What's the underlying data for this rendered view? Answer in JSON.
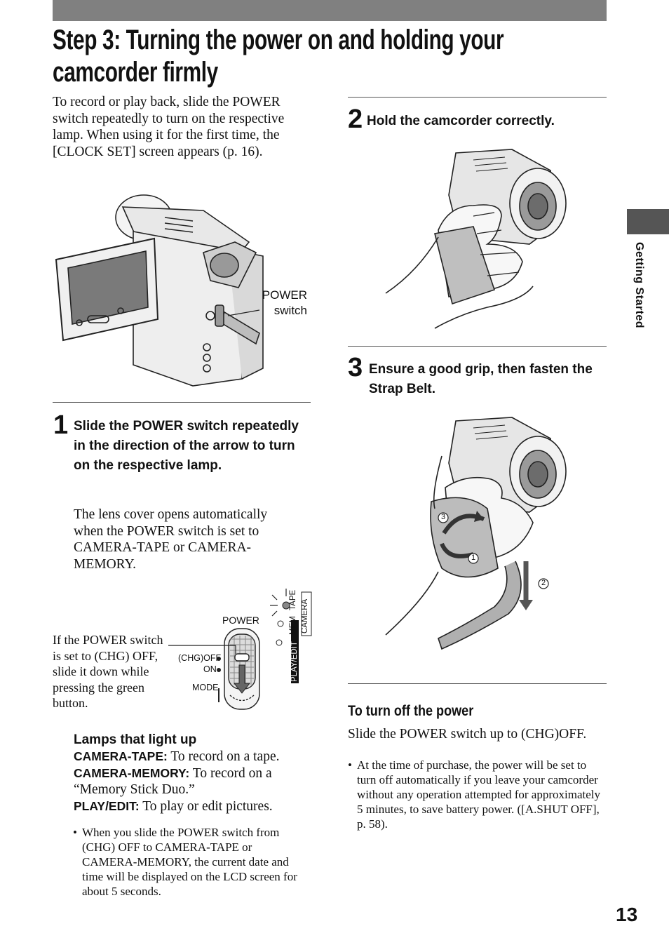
{
  "title": "Step 3: Turning the power on and holding your camcorder firmly",
  "intro": "To record or play back, slide the POWER switch repeatedly to turn on the respective lamp. When using it for the first time, the [CLOCK SET] screen appears (p. 16).",
  "figure1": {
    "callout": [
      "POWER",
      "switch"
    ]
  },
  "step1": {
    "number": "1",
    "heading": "Slide the POWER switch repeatedly in the direction of the arrow to turn on the respective lamp.",
    "body": "The lens cover opens automatically when the POWER switch is set to CAMERA-TAPE or CAMERA-MEMORY."
  },
  "switch_note": "If the POWER switch is set to (CHG) OFF, slide it down while pressing the green button.",
  "switch_figure": {
    "power": "POWER",
    "chg_off": "(CHG)OFF",
    "on": "ON",
    "mode": "MODE",
    "tape": "TAPE",
    "mem": "MEM",
    "camera": "CAMERA",
    "play_edit": "PLAY/EDIT"
  },
  "lamps": {
    "heading": "Lamps that light up",
    "items": [
      {
        "term": "CAMERA-TAPE:",
        "desc": " To record on a tape."
      },
      {
        "term": "CAMERA-MEMORY:",
        "desc": " To record on a “Memory Stick Duo.”"
      },
      {
        "term": "PLAY/EDIT:",
        "desc": " To play or edit pictures."
      }
    ],
    "bullet": "When you slide the POWER switch from (CHG) OFF to CAMERA-TAPE or CAMERA-MEMORY, the current date and time will be displayed on the LCD screen for about 5 seconds."
  },
  "step2": {
    "number": "2",
    "heading": "Hold the camcorder correctly."
  },
  "step3": {
    "number": "3",
    "heading": "Ensure a good grip, then fasten the Strap Belt.",
    "markers": [
      "1",
      "2",
      "3"
    ]
  },
  "power_off": {
    "heading": "To turn off the power",
    "text": "Slide the POWER switch up to (CHG)OFF.",
    "bullet": "At the time of purchase, the power will be set to turn off automatically if you leave your camcorder without any operation attempted for approximately 5 minutes, to save battery power. ([A.SHUT OFF], p. 58)."
  },
  "side_tab": "Getting Started",
  "page_number": "13"
}
